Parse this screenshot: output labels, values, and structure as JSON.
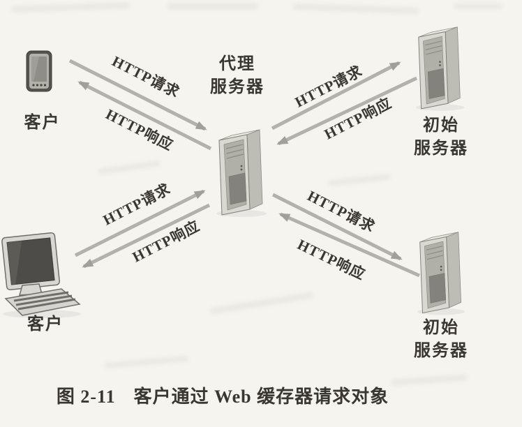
{
  "figure_caption": {
    "prefix": "图 2-11",
    "text": "客户通过 Web 缓存器请求对象"
  },
  "nodes": {
    "client_top": {
      "label": "客户",
      "icon": "pda-handheld-icon"
    },
    "client_bottom": {
      "label": "客户",
      "icon": "desktop-computer-icon"
    },
    "proxy_server": {
      "label_line1": "代理",
      "label_line2": "服务器",
      "icon": "server-tower-icon"
    },
    "origin_server_top": {
      "label_line1": "初始",
      "label_line2": "服务器",
      "icon": "server-tower-icon"
    },
    "origin_server_bottom": {
      "label_line1": "初始",
      "label_line2": "服务器",
      "icon": "server-tower-icon"
    }
  },
  "edges": {
    "client_top_request": "HTTP请求",
    "client_top_response": "HTTP响应",
    "client_bottom_request": "HTTP请求",
    "client_bottom_response": "HTTP响应",
    "origin_top_request": "HTTP请求",
    "origin_top_response": "HTTP响应",
    "origin_bottom_request": "HTTP请求",
    "origin_bottom_response": "HTTP响应"
  },
  "colors": {
    "paper": "#f6f4ef",
    "arrow": "#b3b1ab",
    "arrowhead": "#a19f99",
    "ink": "#3a3733"
  }
}
